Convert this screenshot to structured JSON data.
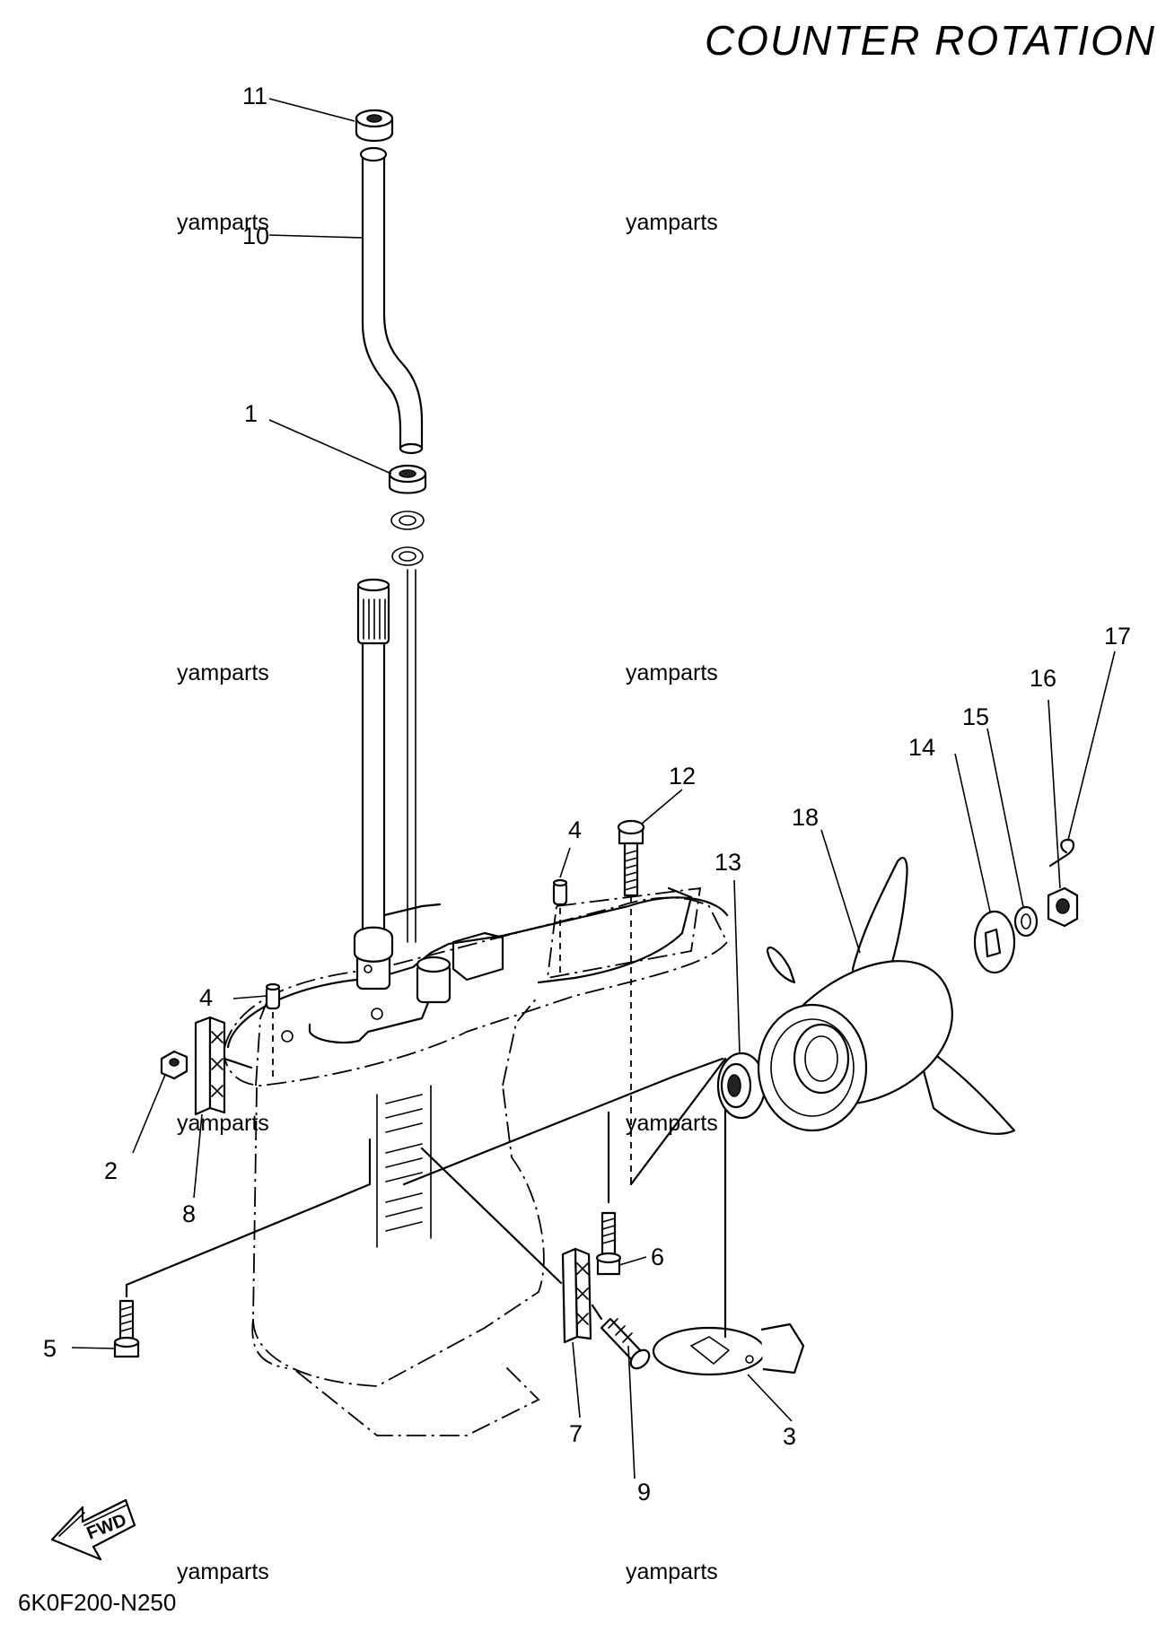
{
  "header": {
    "title": "COUNTER ROTATION"
  },
  "diagram_code": "6K0F200-N250",
  "fwd_badge": {
    "label": "FWD"
  },
  "watermark": "yamparts",
  "callouts": [
    "1",
    "2",
    "3",
    "4",
    "4",
    "5",
    "6",
    "7",
    "8",
    "9",
    "10",
    "11",
    "12",
    "13",
    "14",
    "15",
    "16",
    "17",
    "18"
  ]
}
